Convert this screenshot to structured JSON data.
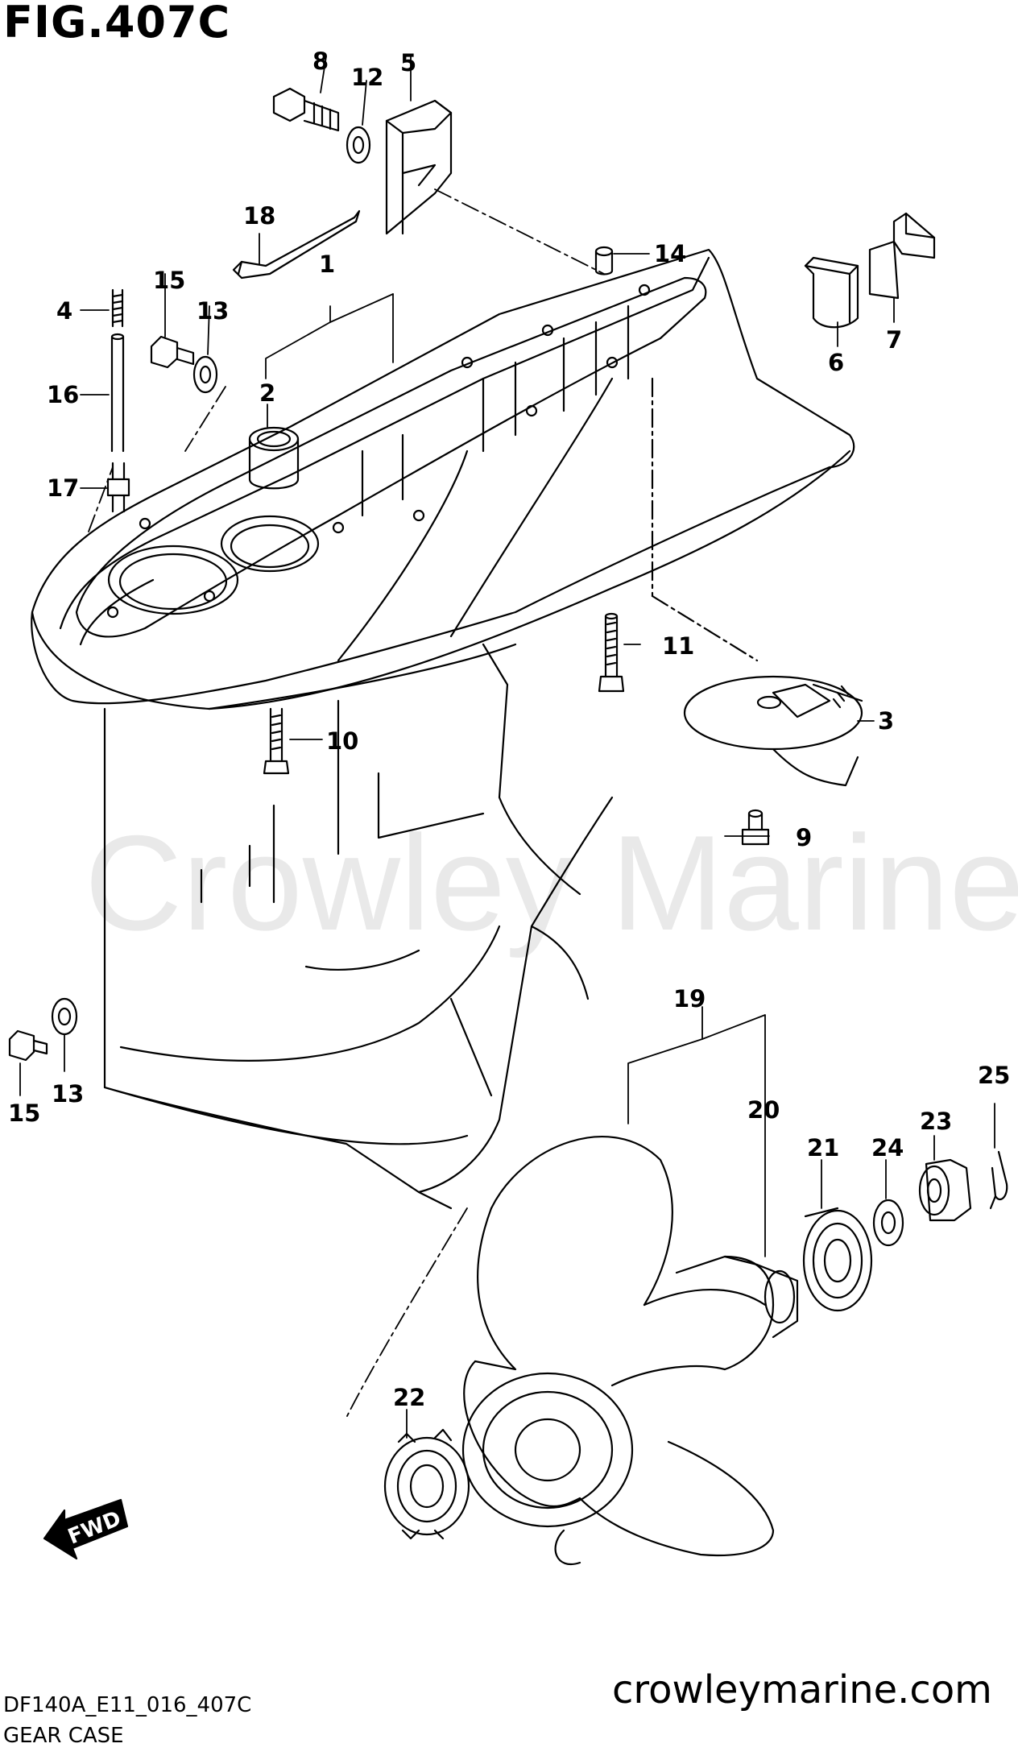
{
  "figure": {
    "title": "FIG.407C",
    "model_code": "DF140A_E11_016_407C",
    "caption": "GEAR CASE",
    "website": "crowleymarine.com",
    "watermark": "Crowley Marine",
    "direction_label": "FWD"
  },
  "callouts": [
    "1",
    "2",
    "3",
    "4",
    "5",
    "6",
    "7",
    "8",
    "9",
    "10",
    "11",
    "12",
    "13",
    "13",
    "14",
    "15",
    "15",
    "16",
    "17",
    "18",
    "19",
    "20",
    "21",
    "22",
    "23",
    "24",
    "25"
  ],
  "colors": {
    "ink": "#000000",
    "watermark": "#e9e9e9",
    "background": "#ffffff"
  }
}
